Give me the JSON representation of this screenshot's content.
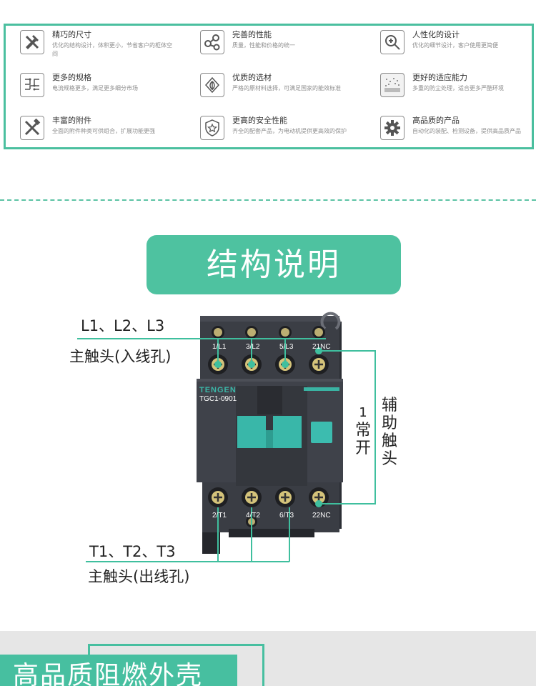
{
  "features": [
    {
      "title": "精巧的尺寸",
      "desc": "优化的结构设计，体积更小，节省客户的柜体空间",
      "icon": "tools-icon"
    },
    {
      "title": "完善的性能",
      "desc": "质量，性能和价格的统一",
      "icon": "molecule-icon"
    },
    {
      "title": "人性化的设计",
      "desc": "优化的细节设计，客户使用更简便",
      "icon": "magnifier-plus-icon"
    },
    {
      "title": "更多的规格",
      "desc": "电流规格更多，满足更多细分市场",
      "icon": "circuit-icon"
    },
    {
      "title": "优质的选材",
      "desc": "严格的原材料选择，可满足国家的能效标准",
      "icon": "leaf-icon"
    },
    {
      "title": "更好的适应能力",
      "desc": "多重的防尘处理，适合更多严酷环境",
      "icon": "dust-icon"
    },
    {
      "title": "丰富的附件",
      "desc": "全面的附件种类可供组合，扩展功能更强",
      "icon": "wrench-hammer-icon"
    },
    {
      "title": "更高的安全性能",
      "desc": "齐全的配套产品，为电动机提供更高效的保护",
      "icon": "shield-star-icon"
    },
    {
      "title": "高品质的产品",
      "desc": "自动化的装配、检测设备，提供高品质产品",
      "icon": "gear-icon"
    }
  ],
  "section_title": "结构说明",
  "diagram": {
    "input_terminals": "L1、L2、L3",
    "input_caption": "主触头(入线孔)",
    "output_terminals": "T1、T2、T3",
    "output_caption": "主触头(出线孔)",
    "aux_count": "1",
    "aux_type": "常开",
    "aux_label": "辅助触头",
    "brand": "TENGEN",
    "model": "TGC1-0901",
    "top_terminal_marks": [
      "1/L1",
      "3/L2",
      "5/L3",
      "21NC"
    ],
    "bottom_terminal_marks": [
      "2/T1",
      "4/T2",
      "6/T3",
      "22NC"
    ]
  },
  "bottom_title": "高品质阻燃外壳",
  "colors": {
    "accent": "#4ec2a0",
    "body": "#3a3d44"
  }
}
